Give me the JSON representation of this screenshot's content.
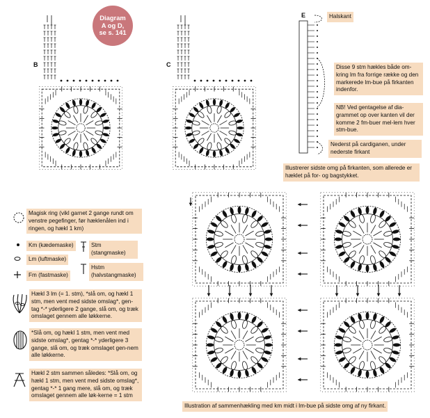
{
  "badge": {
    "line1": "Diagram",
    "line2": "A og D,",
    "line3": "se s. 141"
  },
  "panels": {
    "b": "B",
    "c": "C",
    "e": "E"
  },
  "panel_e": {
    "halskant": "Halskant",
    "note1": "Disse 9 stm hækles både om-kring lm fra forrige række og den markerede lm-bue på firkanten indenfor.",
    "note2": "NB! Ved gentagelse af dia-grammet op over kanten vil der komme 2 fm-buer mel-lem hver stm-bue.",
    "note3": "Nederst på cardiganen, under nederste firkant",
    "caption": "Illustrerer sidste omg på firkanten, som allerede er hæklet på for- og bagstykket."
  },
  "legend": {
    "magic_ring": "Magisk ring (vikl garnet 2 gange rundt om venstre pegefinger, før hæklenålen ind i ringen, og hækl 1 km)",
    "km": "Km (kædemaske)",
    "lm": "Lm (luftmaske)",
    "fm": "Fm (fastmaske)",
    "stm": "Stm (stangmaske)",
    "hstm": "Hstm (halvstangmaske)",
    "cluster3": "Hækl 3 lm (= 1. stm), *slå om, og hækl 1 stm, men vent med sidste omslag*, gen-tag *-* yderligere 2 gange, slå om, og træk omslaget gennem alle løkkerne.",
    "cluster4": "*Slå om, og hækl 1 stm, men vent med sidste omslag*, gentag *-* yderligere 3 gange, slå om, og træk omslaget gen-nem alle løkkerne.",
    "dec2": "Hækl 2 stm sammen således: *Slå om, og hækl 1 stm, men vent med sidste omslag*, gentag *-* 1 gang mere, slå om, og træk omslaget gennem alle løk-kerne = 1 stm"
  },
  "joining": {
    "caption": "Illustration af sammenhækling med km midt i lm-bue på sidste omg af ny firkant."
  },
  "colors": {
    "note_bg": "#f7dcc0",
    "badge": "#c9777b",
    "ink": "#111111"
  },
  "icons": [
    "magic-ring-icon",
    "km-dot-icon",
    "lm-oval-icon",
    "fm-cross-icon",
    "stm-icon",
    "hstm-icon",
    "cluster3-icon",
    "cluster4-icon",
    "dec2-icon",
    "arrow-icon"
  ]
}
